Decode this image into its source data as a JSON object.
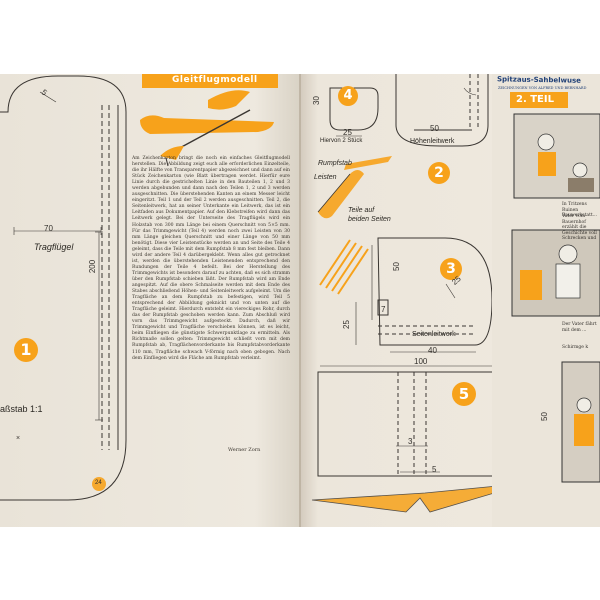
{
  "left_page": {
    "header_title": "Gleitflugmodell",
    "part_number": "1",
    "wing_label": "Tragflügel",
    "scale_label": "aßstab 1:1",
    "dim_70": "70",
    "dim_200": "200",
    "dim_5": "5",
    "page_number": "24",
    "article_text": "Am Zeichenkarton bringt die noch ein einfaches Gleitflugmodell herstellen. Die Abbildung zeigt euch alle erforderlichen Einzelteile, die ihr Hälfte von Transparentpapier abgezeichnet und dann auf ein Stück Zeichenkarton (wie Blatt übertragen werdet. Hierfür eure Linie durch die gestrichelten Linie in den Bauteilen 1, 2 und 3 werden abgebunden und dann nach den Teilen 1, 2 und 3 werden ausgeschnitten. Die überstehenden Kanten an einem Messer leicht eingeritzt. Teil 1 und der Teil 2 werden ausgeschnitten. Teil 2, die Seitenleitwerk, hat an seiner Unterkante ein Leitwerk, das ist ein Leitfaden aus Dokumentpapier. Auf den Klebstreifen wird dann das Leitwerk gelegt. Bei der Unterseite des Tragflügels wird ein Holzstab von 300 mm Länge bei einem Querschnitt von 5×5 mm. Für das Trimmgewicht (Teil 4) werden noch zwei Leisten von 30 mm Länge gleichen Querschnitt und einer Länge von 50 mm benötigt. Diese vier Leistenstücke werden an und Seite des Teile 4 geleimt, dass die Teile mit dem Rumpfstab 8 mm fest bleiben. Dann wird der andere Teil 4 darübergeklebt. Wenn alles gut getrocknet ist, werden die überstehenden Leistenenden entsprechend den Rundungen der Teile 4 befeilt. Bei der Herstellung des Trimmgewichts ist besonders darauf zu achten, daß es sich stramm über den Rumpfstab schieben läßt. Der Rumpfstab wird am Ende angespitzt. Auf die obere Schmalseite werden mit dem Ende des Stabes abschließend Höhen- und Seitenleitwerk aufgeleimt. Um die Tragfläche an dem Rumpfstab zu befestigen, wird Teil 5 entsprechend der Abbildung geknickt und von unten auf die Tragfläche geleimt. Hierdurch entsteht ein viereckiges Rohr, durch das der Rumpfstab geschoben werden kann. Zum Abschluß wird vorn das Trimmgewicht aufgesteckt. Dadurch, daß wir Trimmgewicht und Tragfläche verschieben können, ist es leicht, beim Einfliegen die günstigste Schwerpunktlage zu ermitteln. Als Richtmaße sollen gelten: Trimmgewicht schließt vorn mit dem Rumpfstab ab, Tragflächenvorderkante bis Rumpfstabvorderkante 110 mm, Tragfläche schwach V-förmig nach oben gebogen. Nach dem Einfliegen wird die Fläche am Rumpfstab verleimt.",
    "author": "Werner Zorn"
  },
  "right_page": {
    "part4_label": "4",
    "part4_note": "Hiervon 2 Stück",
    "part2_label": "2",
    "part2_name": "Höhenleitwerk",
    "part3_label": "3",
    "part3_name": "Seitenleitwerk",
    "part5_label": "5",
    "rumpfstab_label": "Rumpfstab",
    "leisten_label": "Leisten",
    "teile_label": "Teile auf beiden Seiten",
    "dims": {
      "d30": "30",
      "d25a": "25",
      "d50a": "50",
      "d50b": "50",
      "d25b": "25",
      "d7": "7",
      "d25c": "25",
      "d40": "40",
      "d100": "100",
      "d50c": "50",
      "d3": "3",
      "d5": "5"
    }
  },
  "comic": {
    "title": "Spitzaus-Sahbelwuse",
    "subtitle": "ZEICHNUNGEN VON ALFRED UND BERNHARD",
    "part_label": "2. TEIL",
    "text1": "In Tritzens Ruinen Bauwerkstatt...",
    "text2": "Vater vom Bauernhof erzählt die Geschichte voll Schrecken und",
    "text3": "Der Vater fährt mit dem ...",
    "text4": "Schirmge k"
  },
  "colors": {
    "accent_orange": "#f7a21b",
    "paper": "#ede7dc",
    "line": "#3a3632"
  }
}
